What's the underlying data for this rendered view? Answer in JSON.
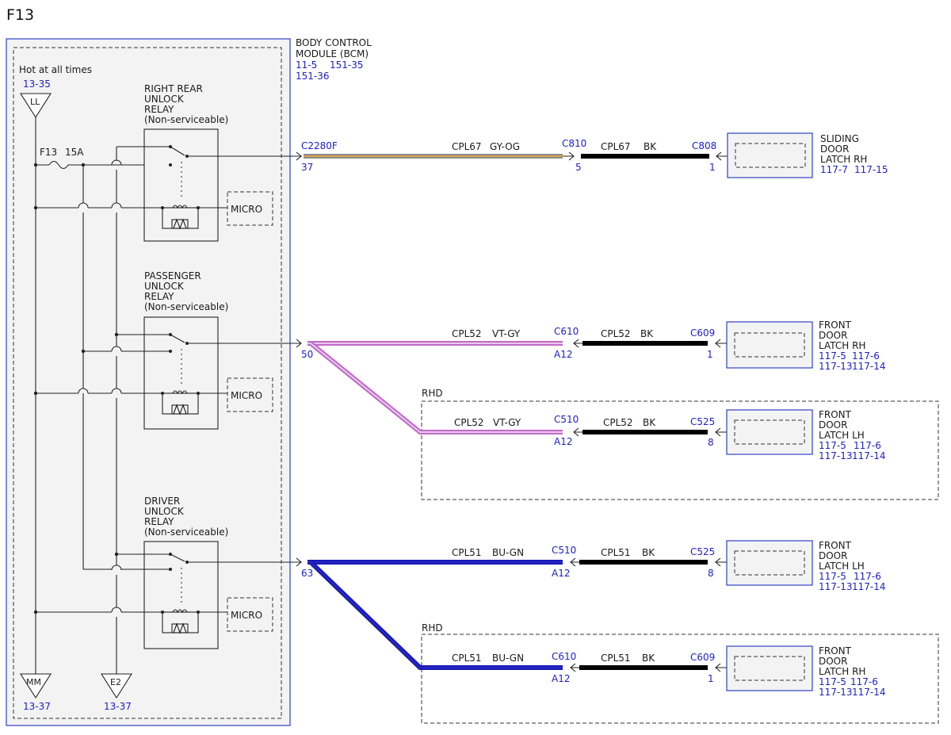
{
  "page": {
    "title": "F13"
  },
  "bcm": {
    "name_line1": "BODY CONTROL",
    "name_line2": "MODULE (BCM)",
    "ref1": "11-5",
    "ref2": "151-35",
    "ref3": "151-36",
    "hot_label": "Hot at all times",
    "hot_ref": "13-35",
    "feed_symbol": "LL",
    "fuse_name": "F13",
    "fuse_rating": "15A",
    "ground1_symbol": "MM",
    "ground1_ref": "13-37",
    "ground2_symbol": "E2",
    "ground2_ref": "13-37"
  },
  "relays": [
    {
      "line1": "RIGHT REAR",
      "line2": "UNLOCK",
      "line3": "RELAY",
      "line4": "(Non-serviceable)",
      "micro": "MICRO"
    },
    {
      "line1": "PASSENGER",
      "line2": "UNLOCK",
      "line3": "RELAY",
      "line4": "(Non-serviceable)",
      "micro": "MICRO"
    },
    {
      "line1": "DRIVER",
      "line2": "UNLOCK",
      "line3": "RELAY",
      "line4": "(Non-serviceable)",
      "micro": "MICRO"
    }
  ],
  "bcm_connector": {
    "name": "C2280F",
    "pin1": "37",
    "pin2": "50",
    "pin3": "63"
  },
  "rhd_label": "RHD",
  "circuits": [
    {
      "c1": "CPL67",
      "col1": "GY-OG",
      "conn1": "C810",
      "pin1": "5",
      "c2": "CPL67",
      "col2": "BK",
      "conn2": "C808",
      "pin2": "1",
      "dev1": "SLIDING",
      "dev2": "DOOR",
      "dev3": "LATCH RH",
      "ref1": "117-7",
      "ref2": "117-15",
      "ref3": "",
      "ref4": ""
    },
    {
      "c1": "CPL52",
      "col1": "VT-GY",
      "conn1": "C610",
      "pin1": "A12",
      "c2": "CPL52",
      "col2": "BK",
      "conn2": "C609",
      "pin2": "1",
      "dev1": "FRONT",
      "dev2": "DOOR",
      "dev3": "LATCH RH",
      "ref1": "117-5",
      "ref2": "117-6",
      "ref3": "117-13",
      "ref4": "117-14"
    },
    {
      "c1": "CPL52",
      "col1": "VT-GY",
      "conn1": "C510",
      "pin1": "A12",
      "c2": "CPL52",
      "col2": "BK",
      "conn2": "C525",
      "pin2": "8",
      "dev1": "FRONT",
      "dev2": "DOOR",
      "dev3": "LATCH LH",
      "ref1": "117-5",
      "ref2": "117-6",
      "ref3": "117-13",
      "ref4": "117-14"
    },
    {
      "c1": "CPL51",
      "col1": "BU-GN",
      "conn1": "C510",
      "pin1": "A12",
      "c2": "CPL51",
      "col2": "BK",
      "conn2": "C525",
      "pin2": "8",
      "dev1": "FRONT",
      "dev2": "DOOR",
      "dev3": "LATCH LH",
      "ref1": "117-5",
      "ref2": "117-6",
      "ref3": "117-13",
      "ref4": "117-14"
    },
    {
      "c1": "CPL51",
      "col1": "BU-GN",
      "conn1": "C610",
      "pin1": "A12",
      "c2": "CPL51",
      "col2": "BK",
      "conn2": "C609",
      "pin2": "1",
      "dev1": "FRONT",
      "dev2": "DOOR",
      "dev3": "LATCH RH",
      "ref1": "117-5",
      "ref2": "117-6",
      "ref3": "117-13",
      "ref4": "117-14"
    }
  ],
  "colors": {
    "module_border": "#3040c8",
    "module_fill": "#f3f3f3",
    "ref_blue": "#2020c8",
    "wire_gy_og_stripe": "#d9a04a",
    "wire_gy_og_base": "#8a8f8f",
    "wire_vt_gy": "#c06ac8",
    "wire_vt_gy_stripe": "#e8c8ee",
    "wire_bu_gn": "#1a1ab4",
    "wire_bu_gn_stripe": "#2bb04a",
    "wire_bk": "#000000"
  }
}
